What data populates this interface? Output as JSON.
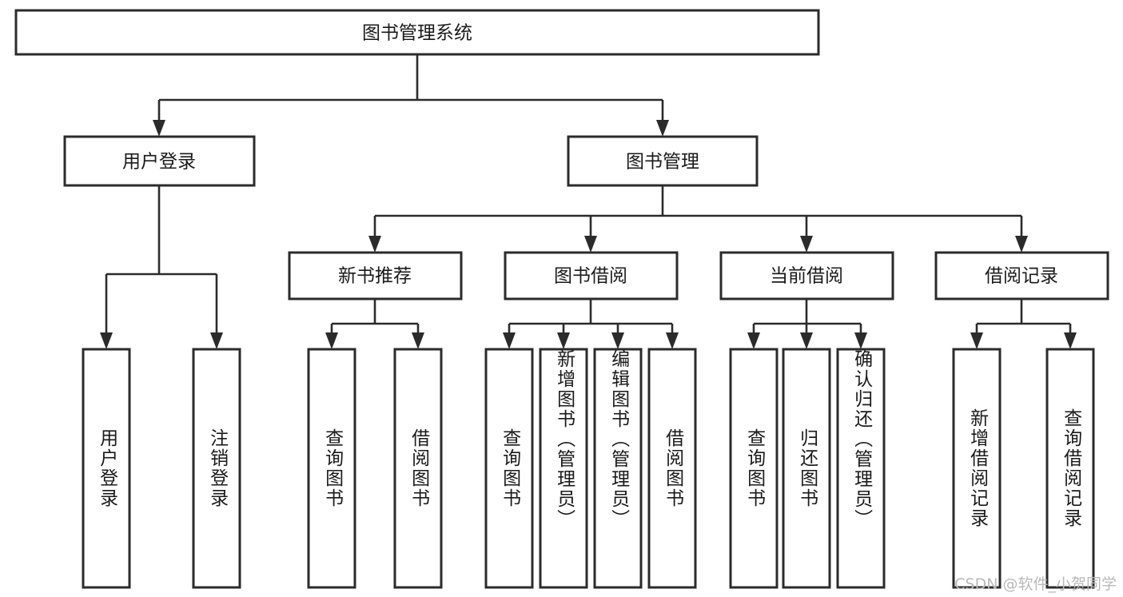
{
  "diagram": {
    "title": "图书管理系统",
    "type": "tree-hierarchy",
    "watermark": "CSDN @软件_小贺同学",
    "colors": {
      "box_stroke": "#2b2b2b",
      "box_fill": "#ffffff",
      "connector": "#2b2b2b",
      "text": "#1a1a1a",
      "background": "#ffffff",
      "watermark": "#b9b9b9"
    },
    "root": {
      "label": "图书管理系统"
    },
    "level2": [
      {
        "label": "用户登录"
      },
      {
        "label": "图书管理"
      }
    ],
    "level3": [
      {
        "label": "新书推荐"
      },
      {
        "label": "图书借阅"
      },
      {
        "label": "当前借阅"
      },
      {
        "label": "借阅记录"
      }
    ],
    "leaves": {
      "user_login": [
        {
          "label": "用户登录"
        },
        {
          "label": "注销登录"
        }
      ],
      "new_book_recommend": [
        {
          "label": "查询图书"
        },
        {
          "label": "借阅图书"
        }
      ],
      "book_borrow": [
        {
          "label": "查询图书"
        },
        {
          "label": "新增图书（管理员）"
        },
        {
          "label": "编辑图书（管理员）"
        },
        {
          "label": "借阅图书"
        }
      ],
      "current_borrow": [
        {
          "label": "查询图书"
        },
        {
          "label": "归还图书"
        },
        {
          "label": "确认归还（管理员）"
        }
      ],
      "borrow_record": [
        {
          "label": "新增借阅记录"
        },
        {
          "label": "查询借阅记录"
        }
      ]
    }
  }
}
